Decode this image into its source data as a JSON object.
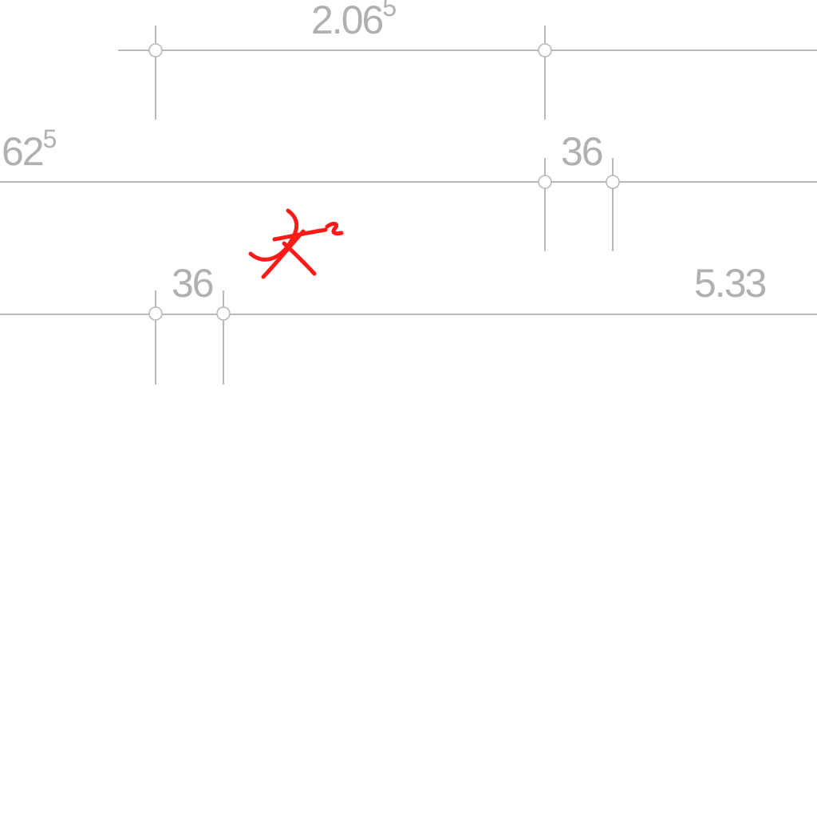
{
  "colors": {
    "dimension": "#b8b8b8",
    "annotation": "#ff1a1a",
    "background": "#ffffff"
  },
  "dimensions": {
    "top_span": {
      "value": "2.06",
      "exponent": "5"
    },
    "left_span": {
      "value": "62",
      "exponent": "5"
    },
    "upper_gap": {
      "value": "36"
    },
    "lower_gap": {
      "value": "36"
    },
    "right_span": {
      "value": "5.33"
    }
  },
  "annotation": {
    "description_icon": "red-handwritten-mark-icon",
    "text": "x²"
  }
}
